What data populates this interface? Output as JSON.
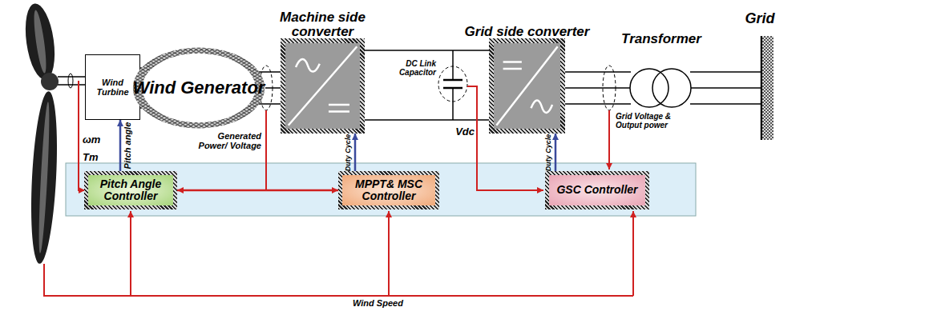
{
  "diagram": {
    "nodes": [
      {
        "text": [
          "Wind Turbine"
        ]
      },
      {
        "text": [
          "Wind Generator"
        ]
      },
      {
        "text": [
          "Machine side converter"
        ]
      },
      {
        "text": [
          "Grid side converter"
        ]
      },
      {
        "text": [
          "Pitch Angle Controller"
        ]
      },
      {
        "text": [
          "MPPT& MSC Controller"
        ]
      },
      {
        "text": [
          "GSC Controller"
        ]
      }
    ],
    "edges": [
      {
        "from": 1,
        "to": 2,
        "arrow": "none"
      },
      {
        "from": 2,
        "to": 3,
        "arrow": "none"
      },
      {
        "from": 4,
        "to": 0,
        "arrow": "to",
        "label": "Pitch angle"
      },
      {
        "from": 5,
        "to": 2,
        "arrow": "to",
        "label": "Duty Cycle"
      },
      {
        "from": 6,
        "to": 3,
        "arrow": "to",
        "label": "Duty Cycle"
      },
      {
        "from": 4,
        "to": 5,
        "arrow": "both"
      }
    ],
    "labels": [
      "ωm",
      "Tm",
      "Generated Power/ Voltage",
      "DC Link Capacitor",
      "Vdc",
      "Transformer",
      "Grid",
      "Grid Voltage & Output power",
      "Wind Speed"
    ]
  }
}
